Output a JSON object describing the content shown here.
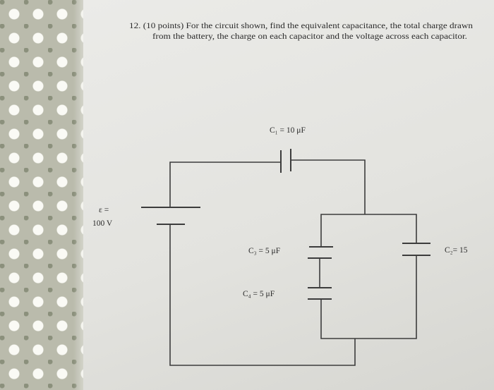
{
  "problem": {
    "line1": "12. (10 points) For the circuit shown, find the equivalent capacitance, the total charge drawn",
    "line2": "from the battery, the charge on each capacitor and the voltage across each capacitor."
  },
  "circuit": {
    "c1_label": "C₁ = 10 μF",
    "c2_label": "C₂= 15",
    "c3_label": "C₃ = 5 μF",
    "c4_label": "C₄ = 5 μF",
    "emf_symbol": "ɛ =",
    "emf_value": "100 V"
  }
}
